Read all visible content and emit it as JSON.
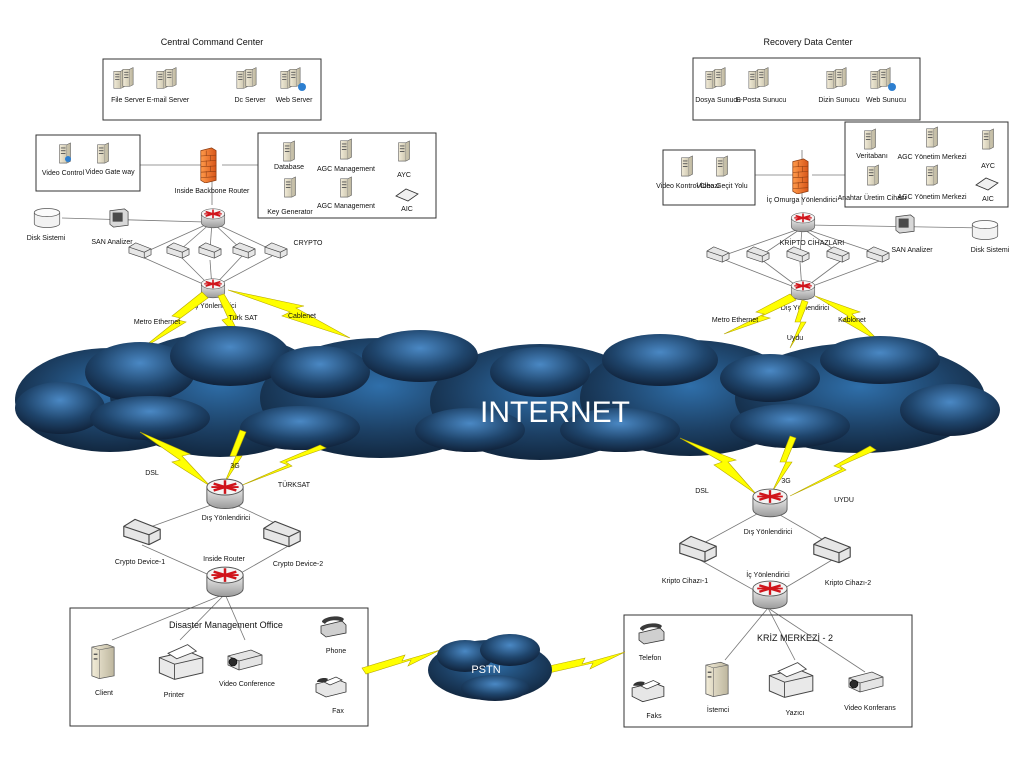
{
  "left": {
    "title": "Central Command Center",
    "servers": [
      "File Server",
      "E-mail Server",
      "Dc Server",
      "Web Server"
    ],
    "video": [
      "Video Control",
      "Video Gate way"
    ],
    "firewall": "Inside Backbone Router",
    "mgmt": [
      "Database",
      "AGC Management",
      "AYC",
      "Key Generator",
      "AGC Management",
      "AIC"
    ],
    "disk": "Disk Sistemi",
    "san": "SAN Analizer",
    "crypto": "CRYPTO",
    "outer_router": "Dış Yönlendirici",
    "links_top": [
      "Metro Ethernet",
      "Türk SAT",
      "Cablenet"
    ],
    "links_bottom": [
      "DSL",
      "3G",
      "TÜRKSAT"
    ],
    "bottom_router": "Dış Yönlendirici",
    "crypto_devices": [
      "Crypto Device-1",
      "Crypto Device-2"
    ],
    "inside_router": "Inside Router",
    "office": "Disaster Management Office",
    "office_devices": [
      "Client",
      "Printer",
      "Video Conference",
      "Phone",
      "Fax"
    ]
  },
  "right": {
    "title": "Recovery Data Center",
    "servers": [
      "Dosya Sunucu",
      "E-Posta Sunucu",
      "Dizin Sunucu",
      "Web Sunucu"
    ],
    "video": [
      "Video Kontrol Cihazı",
      "Video Geçit Yolu"
    ],
    "firewall": "İç Omurga Yönlendirici",
    "mgmt": [
      "Veritabanı",
      "AGC Yönetim Merkezi",
      "AYC",
      "Anahtar Üretim Cihazı",
      "AGC Yönetim Merkezi",
      "AIC"
    ],
    "disk": "Disk Sistemi",
    "san": "SAN Analizer",
    "crypto": "KRİPTO CİHAZLARI",
    "outer_router": "Dış Yönlendirici",
    "links_top": [
      "Metro Ethernet",
      "Uydu",
      "Kablonet"
    ],
    "links_bottom": [
      "DSL",
      "3G",
      "UYDU"
    ],
    "bottom_router": "Dış Yönlendirici",
    "crypto_devices": [
      "Kripto Cihazı-1",
      "Kripto Cihazı-2"
    ],
    "inside_router": "İç Yönlendirici",
    "office": "KRİZ MERKEZİ - 2",
    "office_devices": [
      "Telefon",
      "Faks",
      "İstemci",
      "Yazıcı",
      "Video Konferans"
    ]
  },
  "internet": "INTERNET",
  "pstn": "PSTN"
}
